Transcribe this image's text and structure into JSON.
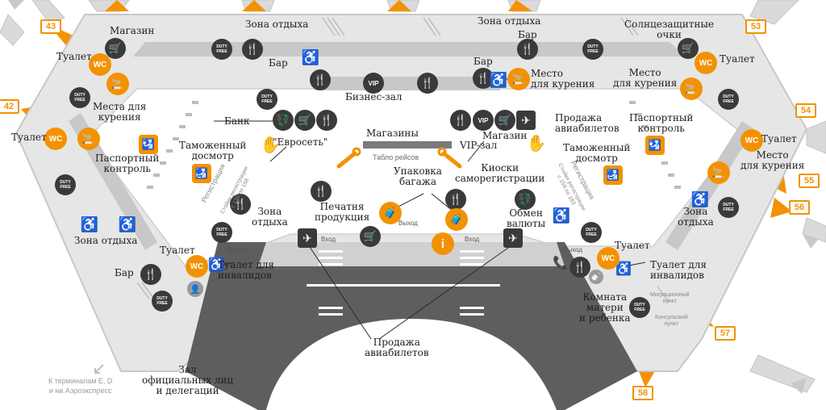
{
  "labels": {
    "shop_top_left": "Магазин",
    "rest_top": "Зона отдыха",
    "rest_top_right": "Зона отдыха",
    "bar_top_right": "Бар",
    "sunglasses": "Солнцезащитные\nочки",
    "toilet_left_top": "Туалет",
    "toilet_left_mid": "Туалет",
    "toilet_right_top": "Туалет",
    "toilet_right_mid": "Туалет",
    "bar_top_center": "Бар",
    "bar_right_center": "Бар",
    "smoking_right_center": "Место\nдля курения",
    "smoking_right_far": "Место\nдля курения",
    "smoking_left": "Места для\nкурения",
    "business_lounge": "Бизнес-зал",
    "bank": "Банк",
    "evroset": "\"Евросеть\"",
    "shops_center": "Магазины",
    "flight_board": "Табло рейсов",
    "shop_vip": "Магазин",
    "vip_lounge": "VIP-зал",
    "ticket_sales_top": "Продажа\nавиабилетов",
    "passport_left": "Паспортный\nконтроль",
    "passport_right": "Паспортный\nконтроль",
    "customs_left": "Таможенный\nдосмотр",
    "customs_right": "Таможенный\nдосмотр",
    "kiosks": "Киоски\nсаморегистрации",
    "luggage_wrap": "Упаковка\nбагажа",
    "smoking_right_edge": "Место\nдля курения",
    "toilet_right_far": "Туалет",
    "printed": "Печатня\nпродукция",
    "rest_center_left": "Зона\nотдыха",
    "exchange": "Обмен\nвалюты",
    "rest_left": "Зона отдыха",
    "rest_right": "Зона\nотдыха",
    "toilet_bottom_left": "Туалет",
    "toilet_disabled_left": "Туалет для\nинвалидов",
    "bar_bottom_left": "Бар",
    "toilet_bottom_right": "Туалет",
    "toilet_disabled_right": "Туалет для\nинвалидов",
    "mother_child": "Комната\nматери\nи ребенка",
    "ticket_sales_bottom": "Продажа\nавиабилетов",
    "officials": "Зал\nофициальных лиц\nи делегаций",
    "to_terminals": "К терминалам E, D\nи на Аэроэкспресс",
    "exit_left": "Выход",
    "entrance_left": "Вход",
    "exit_center": "Выход",
    "entrance_right": "Вход",
    "exit_right": "Выход",
    "registration_left": "Регистрация",
    "registration_right": "Регистрация",
    "reg_counters_left": "Стойки регистрации\nс 136 по 158",
    "reg_counters_right": "Стойки регистрации\nс 159 по 183",
    "migration": "Миграционный\nпункт",
    "consular": "Консульский\nпункт",
    "vip_badge": "VIP",
    "wc": "WC",
    "duty_free": "DUTY\nFREE"
  },
  "gates": [
    "43",
    "42",
    "53",
    "54",
    "55",
    "56",
    "57",
    "58"
  ],
  "colors": {
    "accent": "#f39200",
    "terminal": "#e3e3e3",
    "terminal_edge": "#c9c9c9",
    "dark_zone": "#5a5a5a",
    "icon": "#3a3a3a"
  }
}
